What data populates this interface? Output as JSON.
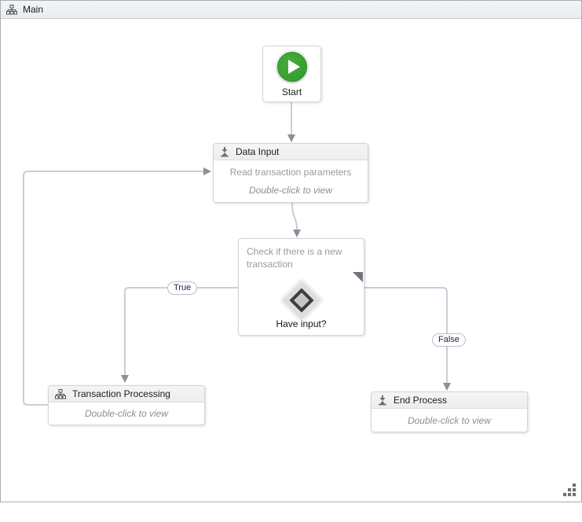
{
  "window": {
    "title": "Main"
  },
  "colors": {
    "accent_green": "#319a2b",
    "connector": "#c1c9d4",
    "arrowhead": "#8b9097",
    "node_border": "#d2d5da",
    "node_header_bg": "#f1f2f3",
    "muted_text": "#9a9a9a",
    "title_text": "#1b1b1b"
  },
  "flowchart": {
    "start": {
      "label": "Start"
    },
    "data_input": {
      "title": "Data Input",
      "description": "Read transaction parameters",
      "hint": "Double-click to view"
    },
    "decision": {
      "question": "Check if there is a new transaction",
      "caption": "Have input?"
    },
    "true_branch": {
      "label": "True"
    },
    "false_branch": {
      "label": "False"
    },
    "transaction_processing": {
      "title": "Transaction Processing",
      "hint": "Double-click to view"
    },
    "end_process": {
      "title": "End Process",
      "hint": "Double-click to view"
    }
  }
}
